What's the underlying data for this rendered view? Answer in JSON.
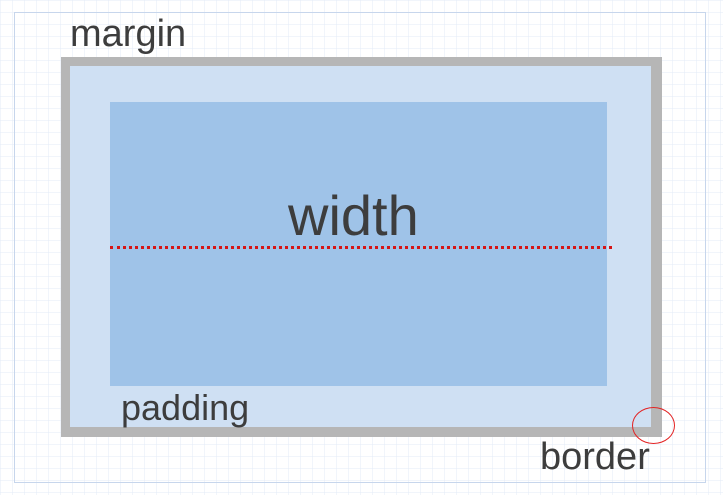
{
  "labels": {
    "margin": "margin",
    "border": "border",
    "padding": "padding",
    "width": "width"
  },
  "colors": {
    "grid": "#e3ebf7",
    "frame": "#c7d6ec",
    "border": "#b6b6b6",
    "padding": "#cfe0f3",
    "content": "#9fc3e8",
    "text": "#3d3d3d",
    "width_line": "#d61515",
    "corner_marker": "#e32222"
  }
}
